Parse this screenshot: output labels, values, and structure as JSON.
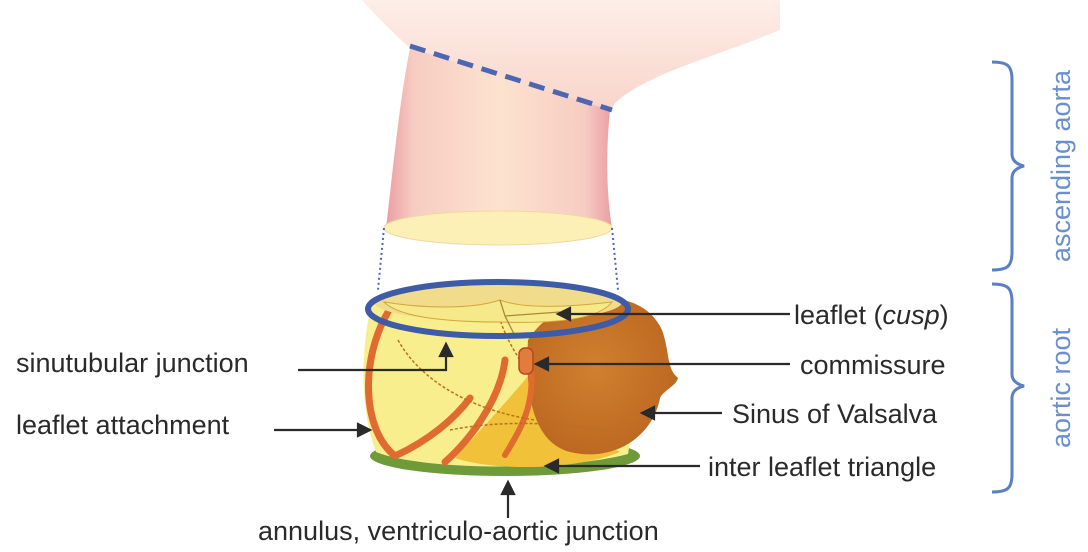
{
  "labels": {
    "leaflet_prefix": "leaflet (",
    "leaflet_italic": "cusp",
    "leaflet_suffix": ")",
    "commissure": "commissure",
    "sinus": "Sinus of Valsalva",
    "ilt": "inter leaflet triangle",
    "stj": "sinutubular junction",
    "attachment": "leaflet attachment",
    "annulus": "annulus, ventriculo-aortic junction"
  },
  "side_labels": {
    "ascending_aorta": "ascending aorta",
    "aortic_root": "aortic root"
  },
  "colors": {
    "aorta_fill": "#f9d9c4",
    "aorta_edge": "#e9a1a6",
    "aorta_top": "#fde6e1",
    "aorta_ellipse": "#fdf0b6",
    "blue_ring": "#3f5aa6",
    "dashed": "#4b67b3",
    "root_yellow": "#f8ee8e",
    "root_orange": "#e3a62b",
    "sinus_brown": "#c87226",
    "attachment_red": "#e06a2f",
    "annulus_green": "#6f9a3a",
    "bracket_blue": "#5a7fc4",
    "text": "#2a2a2a"
  }
}
